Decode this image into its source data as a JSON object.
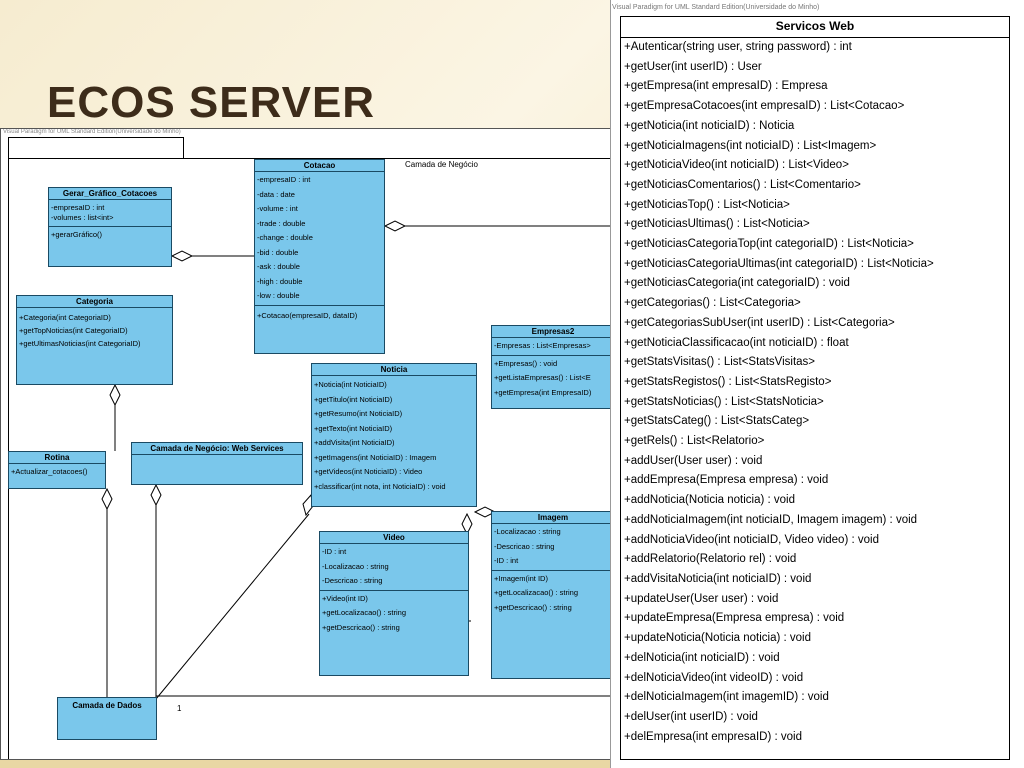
{
  "slide": {
    "title": "ECOS SERVER"
  },
  "diagram": {
    "watermark": "Visual Paradigm for UML Standard Edition(Universidade do Minho)",
    "labels": {
      "camada_negocio": "Camada de Negócio",
      "multiplicity": "1"
    },
    "classes": {
      "gerar": {
        "name": "Gerar_Gráfico_Cotacoes",
        "attrs": [
          "-empresaID : int",
          "-volumes : list<int>"
        ],
        "ops": [
          "+gerarGráfico()"
        ]
      },
      "cotacao": {
        "name": "Cotacao",
        "attrs": [
          "-empresaID : int",
          "-data : date",
          "-volume : int",
          "-trade : double",
          "-change : double",
          "-bid : double",
          "-ask : double",
          "-high : double",
          "-low : double"
        ],
        "ops": [
          "+Cotacao(empresaID, dataID)"
        ]
      },
      "categoria": {
        "name": "Categoria",
        "ops": [
          "+Categoria(int CategoriaID)",
          "+getTopNoticias(int CategoriaID)",
          "+getUltimasNoticias(int CategoriaID)"
        ]
      },
      "empresas2": {
        "name": "Empresas2",
        "attrs": [
          "-Empresas : List<Empresas>"
        ],
        "ops": [
          "+Empresas() : void",
          "+getListaEmpresas() : List<E",
          "+getEmpresa(int EmpresaID)"
        ]
      },
      "noticia": {
        "name": "Noticia",
        "ops": [
          "+Noticia(int NoticiaID)",
          "+getTitulo(int NoticiaID)",
          "+getResumo(int NoticiaID)",
          "+getTexto(int NoticiaID)",
          "+addVisita(int NoticiaID)",
          "+getImagens(int NoticiaID) : Imagem",
          "+getVideos(int NoticiaID) : Video",
          "+classificar(int nota, int NoticiaID) : void"
        ]
      },
      "rotina": {
        "name": "Rotina",
        "ops": [
          "+Actualizar_cotacoes()"
        ]
      },
      "webservices": {
        "name": "Camada de Negócio: Web Services"
      },
      "video": {
        "name": "Video",
        "attrs": [
          "-ID : int",
          "-Localizacao : string",
          "-Descricao : string"
        ],
        "ops": [
          "+Video(int ID)",
          "+getLocalizacao() : string",
          "+getDescricao() : string"
        ]
      },
      "imagem": {
        "name": "Imagem",
        "attrs": [
          "-Localizacao : string",
          "-Descricao : string",
          "-ID : int"
        ],
        "ops": [
          "+Imagem(int ID)",
          "+getLocalizacao() : string",
          "+getDescricao() : string"
        ]
      },
      "dados": {
        "name": "Camada de Dados"
      }
    }
  },
  "webservice": {
    "watermark": "Visual Paradigm for UML Standard Edition(Universidade do Minho)",
    "name": "Servicos Web",
    "ops": [
      "+Autenticar(string user, string password) : int",
      "+getUser(int userID) : User",
      "+getEmpresa(int empresaID) : Empresa",
      "+getEmpresaCotacoes(int empresaID) : List<Cotacao>",
      "+getNoticia(int noticiaID) : Noticia",
      "+getNoticiaImagens(int noticiaID) : List<Imagem>",
      "+getNoticiaVideo(int noticiaID) : List<Video>",
      "+getNoticiasComentarios() : List<Comentario>",
      "+getNoticiasTop() : List<Noticia>",
      "+getNoticiasUltimas() : List<Noticia>",
      "+getNoticiasCategoriaTop(int categoriaID) : List<Noticia>",
      "+getNoticiasCategoriaUltimas(int categoriaID) : List<Noticia>",
      "+getNoticiasCategoria(int categoriaID) : void",
      "+getCategorias() : List<Categoria>",
      "+getCategoriasSubUser(int userID) : List<Categoria>",
      "+getNoticiaClassificacao(int noticiaID) : float",
      "+getStatsVisitas() : List<StatsVisitas>",
      "+getStatsRegistos() : List<StatsRegisto>",
      "+getStatsNoticias() : List<StatsNoticia>",
      "+getStatsCateg() : List<StatsCateg>",
      "+getRels() : List<Relatorio>",
      "+addUser(User user) : void",
      "+addEmpresa(Empresa empresa) : void",
      "+addNoticia(Noticia noticia) : void",
      "+addNoticiaImagem(int noticiaID, Imagem imagem) : void",
      "+addNoticiaVideo(int noticiaID, Video video) : void",
      "+addRelatorio(Relatorio rel) : void",
      "+addVisitaNoticia(int noticiaID) : void",
      "+updateUser(User user) : void",
      "+updateEmpresa(Empresa empresa) : void",
      "+updateNoticia(Noticia noticia) : void",
      "+delNoticia(int noticiaID) : void",
      "+delNoticiaVideo(int videoID) : void",
      "+delNoticiaImagem(int imagemID) : void",
      "+delUser(int userID) : void",
      "+delEmpresa(int empresaID) : void"
    ]
  }
}
